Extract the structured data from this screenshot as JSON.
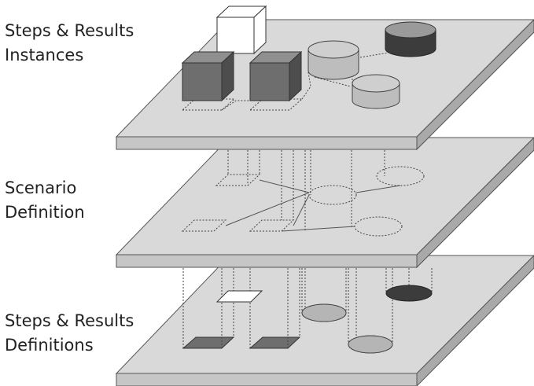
{
  "layers": [
    {
      "id": "instances",
      "line1": "Steps & Results",
      "line2": "Instances"
    },
    {
      "id": "scenario",
      "line1": "Scenario",
      "line2": "Definition"
    },
    {
      "id": "definitions",
      "line1": "Steps & Results",
      "line2": "Definitions"
    }
  ],
  "colors": {
    "plate_top": "#d9d9d9",
    "plate_front": "#c6c6c6",
    "plate_side": "#a9a9a9",
    "plate_edge": "#555555",
    "cube_dark_front": "#6e6e6e",
    "cube_dark_top": "#8f8f8f",
    "cube_dark_side": "#4d4d4d",
    "cube_white": "#ffffff",
    "cyl_light_body": "#bdbdbd",
    "cyl_light_top": "#cfcfcf",
    "cyl_dark_body": "#3c3c3c",
    "cyl_dark_top": "#555555",
    "dotted_line": "#444444"
  }
}
